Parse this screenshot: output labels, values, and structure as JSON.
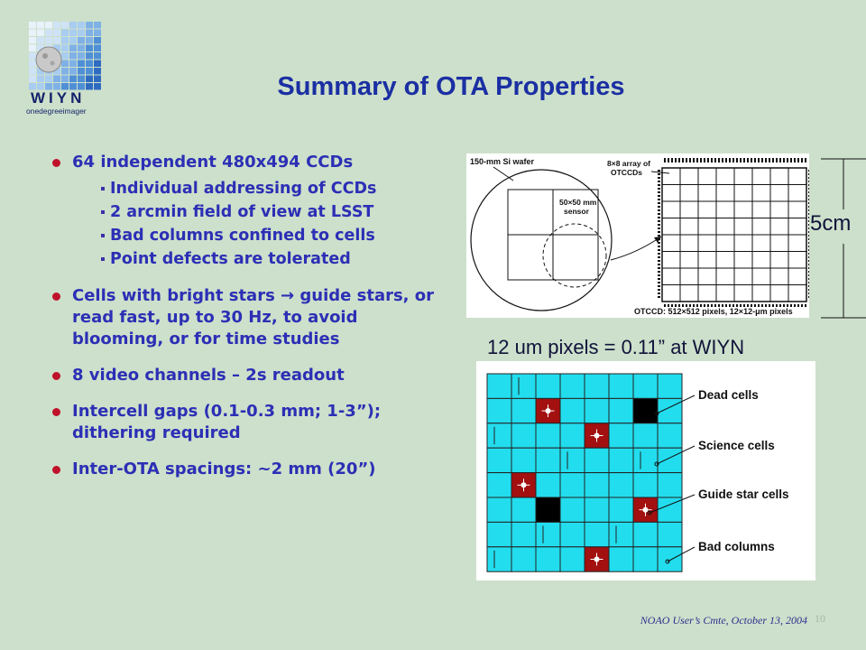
{
  "logo": {
    "word": "WIYN",
    "tagline": "onedegreeimager"
  },
  "title": "Summary of OTA Properties",
  "bullets": [
    {
      "text": "64 independent 480x494 CCDs",
      "sub": [
        "Individual addressing of CCDs",
        "2 arcmin field of view at LSST",
        "Bad columns confined to cells",
        "Point defects are tolerated"
      ]
    },
    {
      "text": "Cells with bright stars → guide stars, or read fast, up to 30 Hz, to avoid blooming, or for time studies"
    },
    {
      "text": "8 video channels – 2s readout"
    },
    {
      "text": "Intercell gaps (0.1-0.3 mm; 1-3”); dithering required"
    },
    {
      "text": "Inter-OTA spacings: ~2 mm (20”)"
    }
  ],
  "wafer_figure": {
    "wafer_label": "150-mm Si wafer",
    "sensor_label_1": "50×50 mm",
    "sensor_label_2": "sensor",
    "array_label_1": "8×8 array of",
    "array_label_2": "OTCCDs",
    "caption": "OTCCD: 512×512 pixels, 12×12-μm pixels"
  },
  "scale_label": "5cm",
  "pixel_scale": "12 um pixels =  0.11” at WIYN",
  "cells_figure": {
    "legend": [
      "Dead cells",
      "Science cells",
      "Guide star cells",
      "Bad columns"
    ],
    "colors": {
      "science": "#22ddee",
      "guide": "#a31010",
      "dead": "#000000"
    }
  },
  "footer": "NOAO User’s Cmte, October 13, 2004",
  "page_number": "10"
}
